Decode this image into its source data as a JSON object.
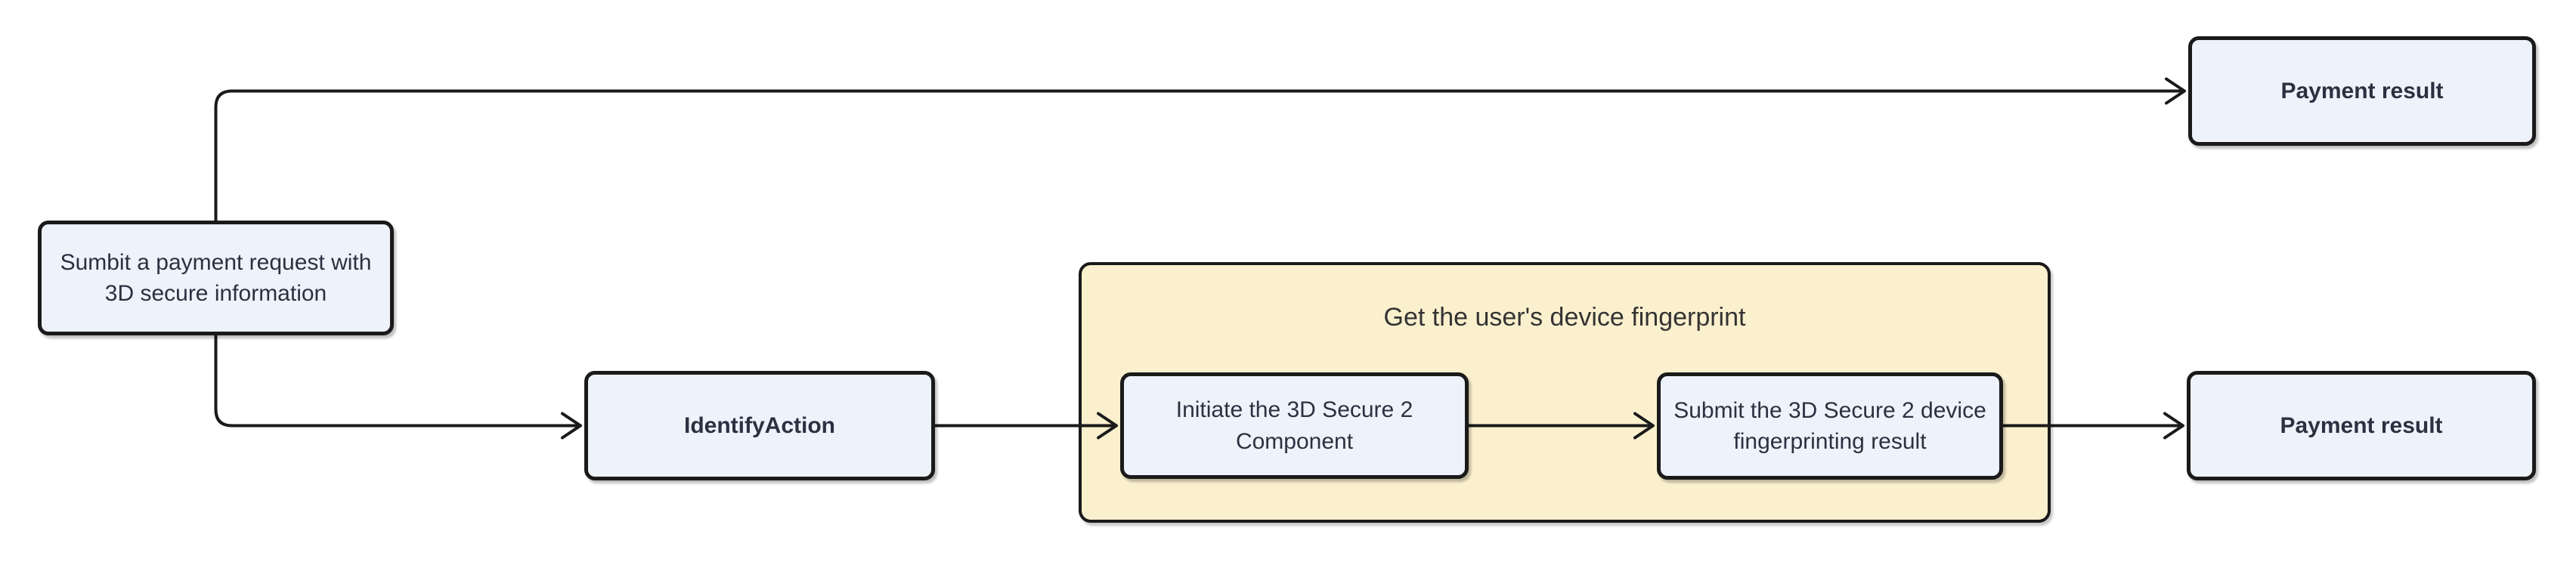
{
  "diagram": {
    "subgraph": {
      "title": "Get the user's device fingerprint"
    },
    "nodes": {
      "submit_request": {
        "label": "Sumbit a payment request with\n3D secure information"
      },
      "payment_result_top": {
        "label": "Payment result"
      },
      "identify_action": {
        "label": "IdentifyAction"
      },
      "initiate_component": {
        "label": "Initiate the 3D Secure 2\nComponent"
      },
      "submit_fingerprint": {
        "label": "Submit the 3D Secure 2 device\nfingerprinting result"
      },
      "payment_result_bottom": {
        "label": "Payment result"
      }
    },
    "edges": [
      {
        "from": "submit_request",
        "to": "payment_result_top"
      },
      {
        "from": "submit_request",
        "to": "identify_action"
      },
      {
        "from": "identify_action",
        "to": "initiate_component"
      },
      {
        "from": "initiate_component",
        "to": "submit_fingerprint"
      },
      {
        "from": "submit_fingerprint",
        "to": "payment_result_bottom"
      }
    ]
  },
  "colors": {
    "node_fill": "#edf2fb",
    "node_border": "#1a1a1a",
    "subgraph_fill": "#fbf0ce",
    "subgraph_border": "#1a1a1a",
    "edge": "#1a1a1a",
    "text": "#2a3140",
    "title_text": "#333333",
    "background": "#ffffff"
  }
}
